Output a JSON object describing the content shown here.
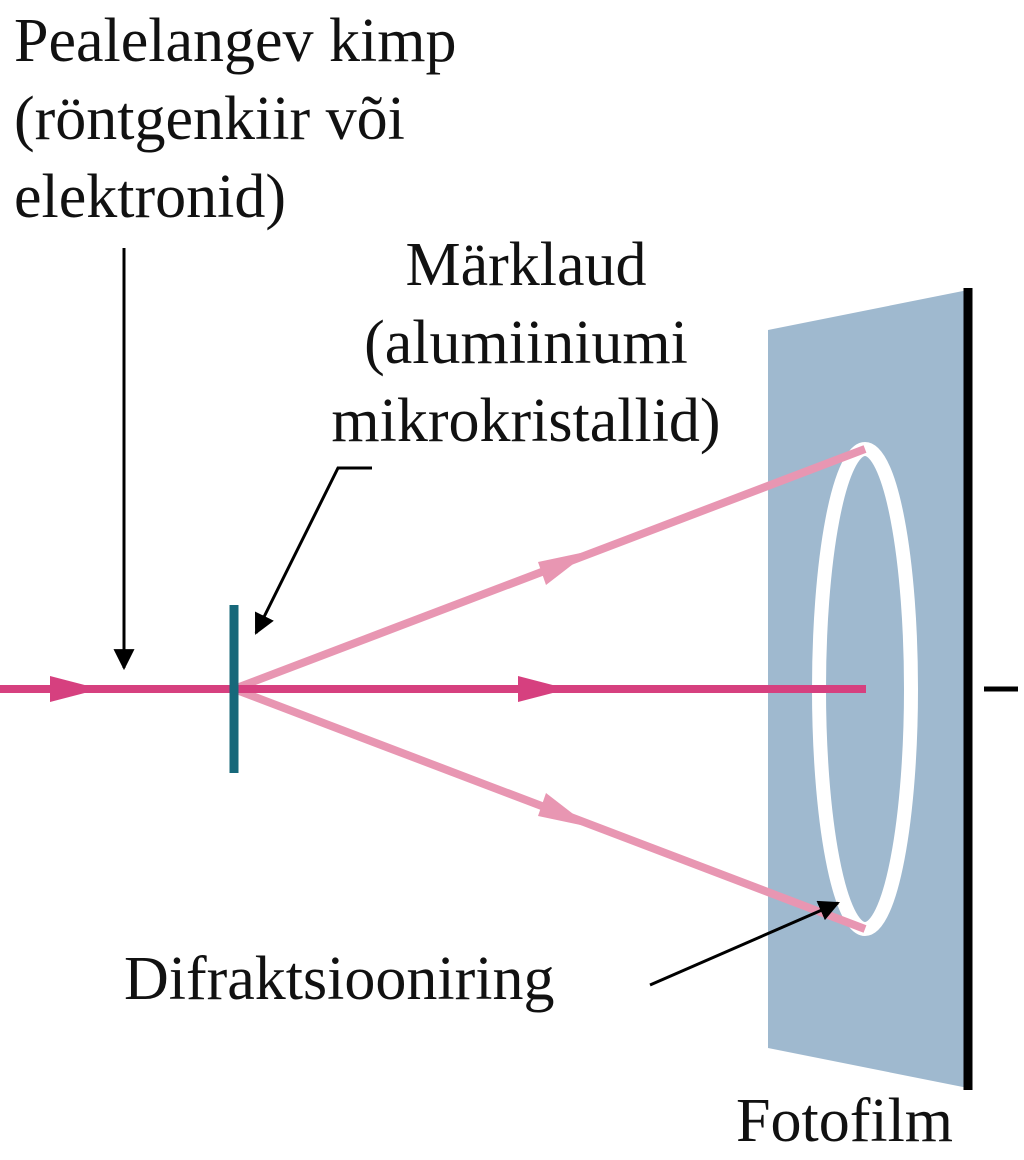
{
  "labels": {
    "incident_line1": "Pealelangev kimp",
    "incident_line2": "(röntgenkiir või",
    "incident_line3": "elektronid)",
    "target_line1": "Märklaud",
    "target_line2": "(alumiiniumi",
    "target_line3": "mikrokristallid)",
    "ring": "Difraktsiooniring",
    "film": "Fotofilm"
  },
  "colors": {
    "incident_beam": "#d6407f",
    "diffracted_beam": "#e896b2",
    "target": "#17687a",
    "film": "#9fb9cf",
    "film_edge": "#000000",
    "ring": "#ffffff",
    "pointer": "#000000"
  }
}
